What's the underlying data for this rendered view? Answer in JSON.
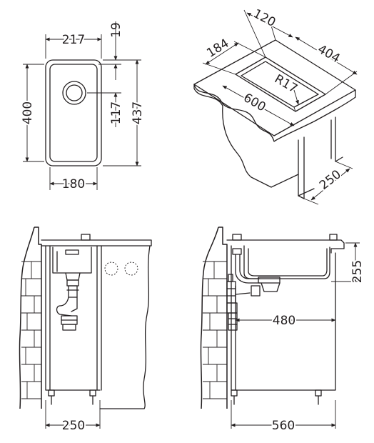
{
  "top_view": {
    "width_outer": "217",
    "width_inner": "180",
    "height_inner": "400",
    "height_outer": "437",
    "rim": "19",
    "drain_offset": "117"
  },
  "iso_view": {
    "depth_top": "120",
    "width_left": "184",
    "length_right": "404",
    "radius": "R17",
    "length_total": "600",
    "cabinet_depth": "250"
  },
  "side_view": {
    "cabinet_width": "250"
  },
  "front_view": {
    "sink_depth": "255",
    "inner_width": "480",
    "cabinet_width": "560"
  }
}
